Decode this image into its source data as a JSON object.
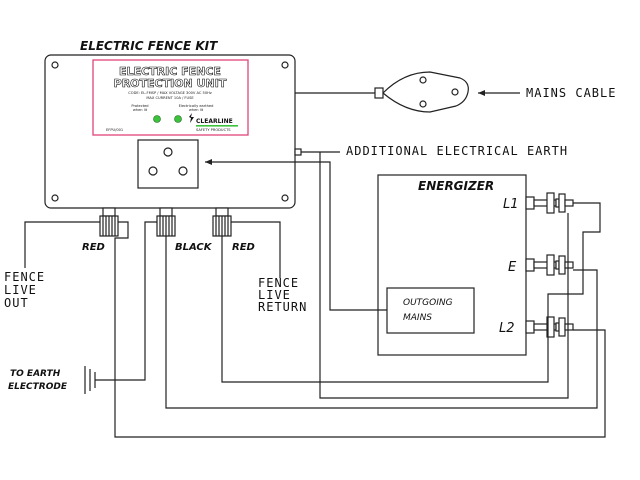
{
  "diagram": {
    "title": "ELECTRIC FENCE KIT",
    "panel": {
      "title_line1": "ELECTRIC FENCE",
      "title_line2": "PROTECTION UNIT",
      "small_line1": "CODE: EL-FMSP / MAX VOLTAGE 300V AC 50Hz",
      "small_line2": "MAX CURRENT 10A / FUSE",
      "protected_label": "Protected",
      "protected_sub": "when lit",
      "earth_fault_label": "Electrically earthed",
      "earth_fault_sub": "when lit",
      "brand": "CLEARLINE",
      "brand_sub": "SAFETY PRODUCTS",
      "code": "EFPU/001"
    },
    "terminals": {
      "red_left": "RED",
      "black": "BLACK",
      "red_right": "RED"
    },
    "labels": {
      "mains_cable": "MAINS CABLE",
      "additional_earth": "ADDITIONAL ELECTRICAL EARTH",
      "fence_live_out": [
        "FENCE",
        "LIVE",
        "OUT"
      ],
      "fence_live_return": [
        "FENCE",
        "LIVE",
        "RETURN"
      ],
      "to_earth_electrode": [
        "TO EARTH",
        "ELECTRODE"
      ]
    },
    "energizer": {
      "title": "ENERGIZER",
      "outgoing_mains": [
        "OUTGOING",
        "MAINS"
      ],
      "terminal_l1": "L1",
      "terminal_e": "E",
      "terminal_l2": "L2"
    },
    "colors": {
      "panel_border": "#e0457a",
      "led_green": "#3cc23c",
      "line": "#222222"
    }
  }
}
